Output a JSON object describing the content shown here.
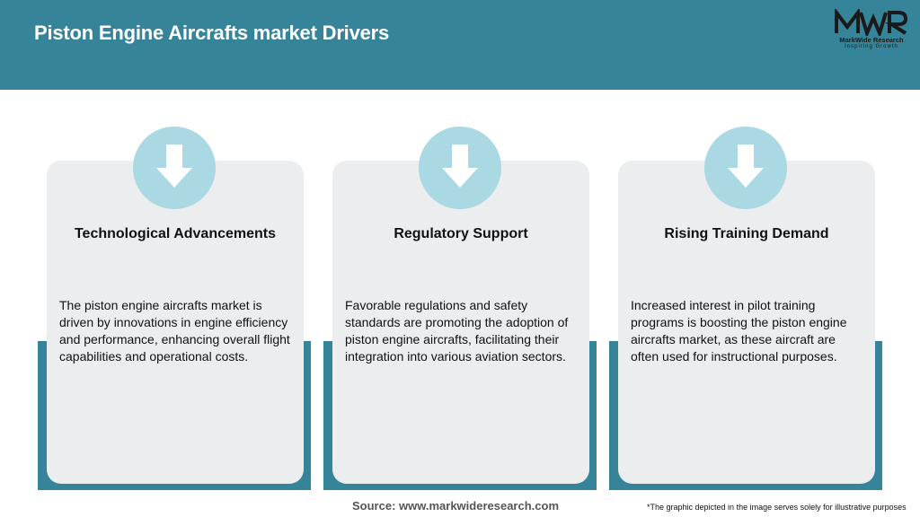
{
  "header": {
    "title": "Piston Engine Aircrafts market Drivers",
    "logo": {
      "mark": "MWR",
      "brand": "MarkWide Research",
      "tagline": "Inspiring Growth"
    }
  },
  "cards": [
    {
      "icon": "down-arrow-icon",
      "title": "Technological Advancements",
      "text": "The piston engine aircrafts market is driven by innovations in engine efficiency and performance, enhancing overall flight capabilities and operational costs."
    },
    {
      "icon": "down-arrow-icon",
      "title": "Regulatory Support",
      "text": "Favorable regulations and safety standards are promoting the adoption of piston engine aircrafts, facilitating their integration into various aviation sectors."
    },
    {
      "icon": "down-arrow-icon",
      "title": "Rising Training Demand",
      "text": "Increased interest in pilot training programs is boosting the piston engine aircrafts market, as these aircraft are often used for instructional purposes."
    }
  ],
  "footer": {
    "source": "Source: www.markwideresearch.com",
    "disclaimer": "*The graphic depicted in the image serves solely for illustrative purposes"
  },
  "colors": {
    "header_bg": "#35849a",
    "accent_teal": "#35849a",
    "card_bg": "#ebedee",
    "icon_circle": "#aad8e3"
  }
}
